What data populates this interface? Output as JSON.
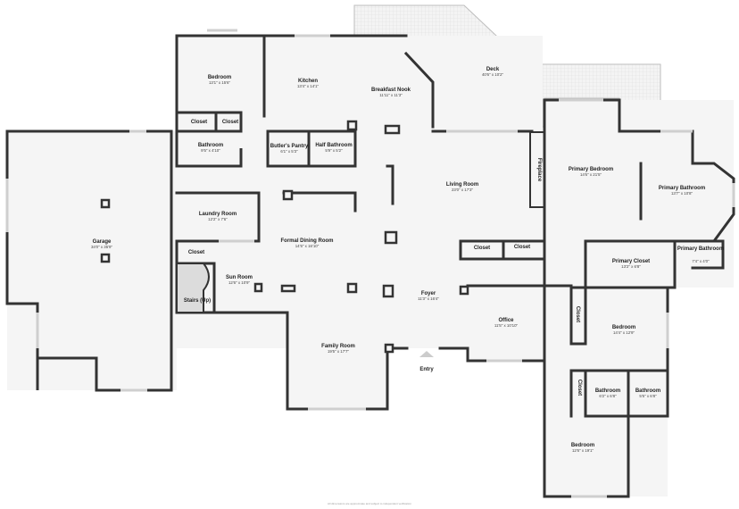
{
  "rooms": {
    "deck": {
      "name": "Deck",
      "dim": "40'6\" x 10'2\""
    },
    "bedroom_top": {
      "name": "Bedroom",
      "dim": "13'1\" x 15'6\""
    },
    "kitchen": {
      "name": "Kitchen",
      "dim": "13'4\" x 14'1\""
    },
    "breakfast": {
      "name": "Breakfast Nook",
      "dim": "11'11\" x 11'3\""
    },
    "closet_a": {
      "name": "Closet"
    },
    "closet_b": {
      "name": "Closet"
    },
    "bathroom_top": {
      "name": "Bathroom",
      "dim": "9'5\" x 4'10\""
    },
    "butler": {
      "name": "Butler's Pantry",
      "dim": "6'1\" x 5'3\""
    },
    "half_bath": {
      "name": "Half Bathroom",
      "dim": "5'9\" x 5'2\""
    },
    "fireplace": {
      "name": "Fireplace"
    },
    "primary_bed": {
      "name": "Primary Bedroom",
      "dim": "14'6\" x 21'5\""
    },
    "primary_bath": {
      "name": "Primary Bathroom",
      "dim": "13'7\" x 10'8\""
    },
    "living": {
      "name": "Living Room",
      "dim": "23'0\" x 17'3\""
    },
    "laundry": {
      "name": "Laundry Room",
      "dim": "12'2\" x 7'6\""
    },
    "garage": {
      "name": "Garage",
      "dim": "34'0\" x 35'9\""
    },
    "dining": {
      "name": "Formal Dining Room",
      "dim": "14'5\" x 16'10\""
    },
    "closet_c": {
      "name": "Closet"
    },
    "closet_d": {
      "name": "Closet"
    },
    "closet_e": {
      "name": "Closet"
    },
    "primary_closet": {
      "name": "Primary Closet",
      "dim": "13'2\" x 6'8\""
    },
    "primary_bathroom2": {
      "name": "Primary Bathroom",
      "dim": "7'4\" x 4'0\""
    },
    "sun_room": {
      "name": "Sun Room",
      "dim": "12'6\" x 10'9\""
    },
    "stairs": {
      "name": "Stairs (Up)"
    },
    "foyer": {
      "name": "Foyer",
      "dim": "11'3\" x 16'4\""
    },
    "office": {
      "name": "Office",
      "dim": "11'5\" x 10'10\""
    },
    "closet_f": {
      "name": "Closet"
    },
    "bedroom_mid": {
      "name": "Bedroom",
      "dim": "14'4\" x 12'9\""
    },
    "family": {
      "name": "Family Room",
      "dim": "19'5\" x 17'7\""
    },
    "entry": {
      "name": "Entry"
    },
    "closet_g": {
      "name": "Closet"
    },
    "bath_a": {
      "name": "Bathroom",
      "dim": "6'2\" x 6'8\""
    },
    "bath_b": {
      "name": "Bathroom",
      "dim": "5'5\" x 6'8\""
    },
    "bedroom_low": {
      "name": "Bedroom",
      "dim": "12'6\" x 19'1\""
    }
  },
  "footer": {
    "disclaimer": "All dimensions are approximate and subject to independent verification"
  },
  "colors": {
    "floor": "#f5f5f5",
    "wall": "#333333",
    "deck_hatch": "#cfcfcf"
  }
}
